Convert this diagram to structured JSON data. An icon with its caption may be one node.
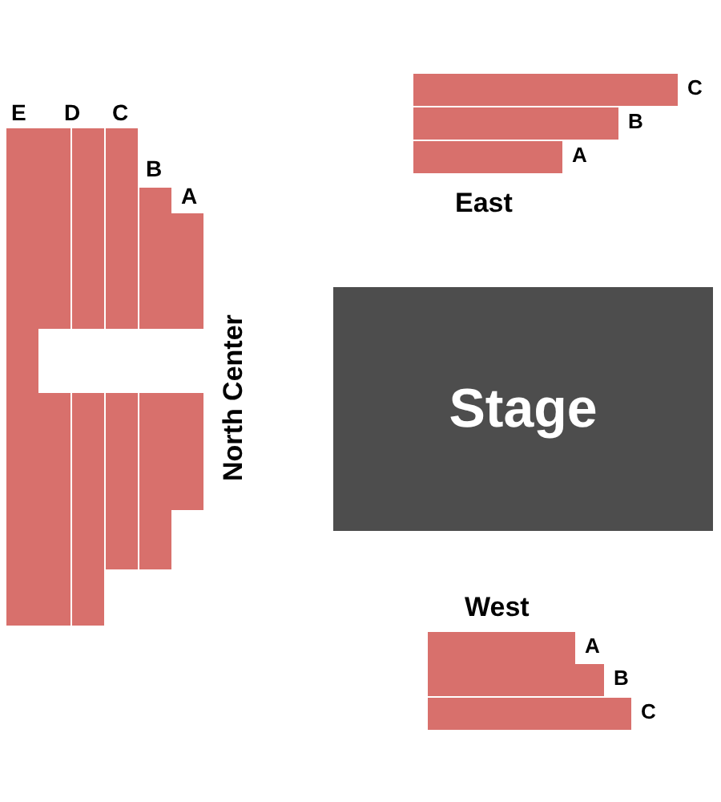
{
  "diagram": {
    "nodes": [
      {
        "text": [],
        "shape": "bar"
      },
      {
        "text": [],
        "shape": "bar"
      },
      {
        "text": [],
        "shape": "bar"
      },
      {
        "text": [],
        "shape": "bar"
      },
      {
        "text": [],
        "shape": "bar"
      },
      {
        "text": [],
        "shape": "bar"
      },
      {
        "text": [],
        "shape": "bar"
      },
      {
        "text": [],
        "shape": "bar"
      },
      {
        "text": [],
        "shape": "bar"
      },
      {
        "text": [],
        "shape": "bar"
      },
      {
        "text": [],
        "shape": "bar"
      },
      {
        "text": [],
        "shape": "bar",
        "beside": [
          "C"
        ]
      },
      {
        "text": [],
        "shape": "bar",
        "beside": [
          "B"
        ]
      },
      {
        "text": [],
        "shape": "bar",
        "beside": [
          "A"
        ]
      },
      {
        "text": [
          "Stage"
        ]
      },
      {
        "text": [],
        "shape": "bar",
        "beside": [
          "A"
        ]
      },
      {
        "text": [],
        "shape": "bar",
        "beside": [
          "B"
        ]
      },
      {
        "text": [],
        "shape": "bar",
        "beside": [
          "C"
        ]
      }
    ],
    "labels": [
      "E",
      "D",
      "C",
      "B",
      "A",
      "East",
      "North Center",
      "West"
    ]
  }
}
